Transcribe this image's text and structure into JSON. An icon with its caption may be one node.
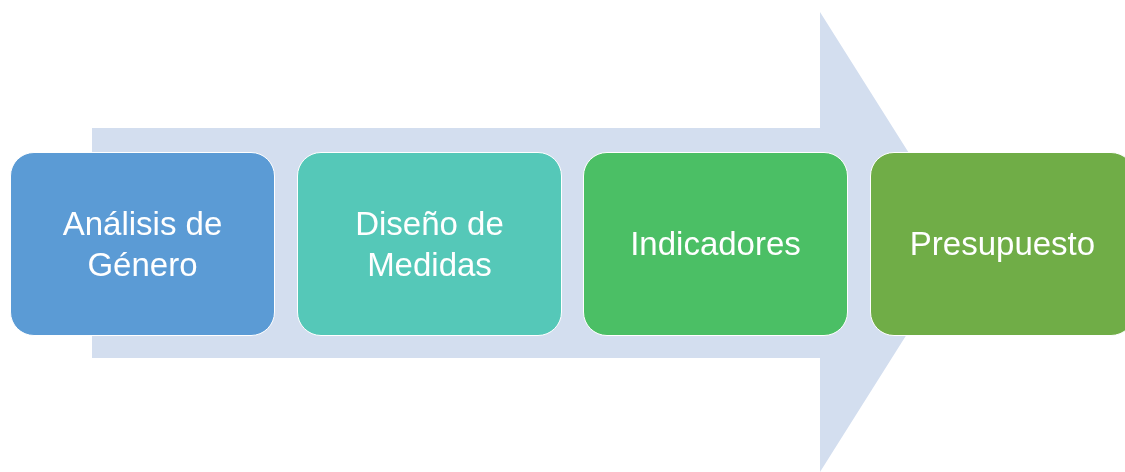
{
  "diagram": {
    "nodes": [
      {
        "text": [
          "Análisis de Género"
        ]
      },
      {
        "text": [
          "Diseño de Medidas"
        ]
      },
      {
        "text": [
          "Indicadores"
        ]
      },
      {
        "text": [
          "Presupuesto"
        ]
      }
    ],
    "edges": [
      {
        "from": 0,
        "to": 3,
        "arrow": "to"
      }
    ]
  }
}
